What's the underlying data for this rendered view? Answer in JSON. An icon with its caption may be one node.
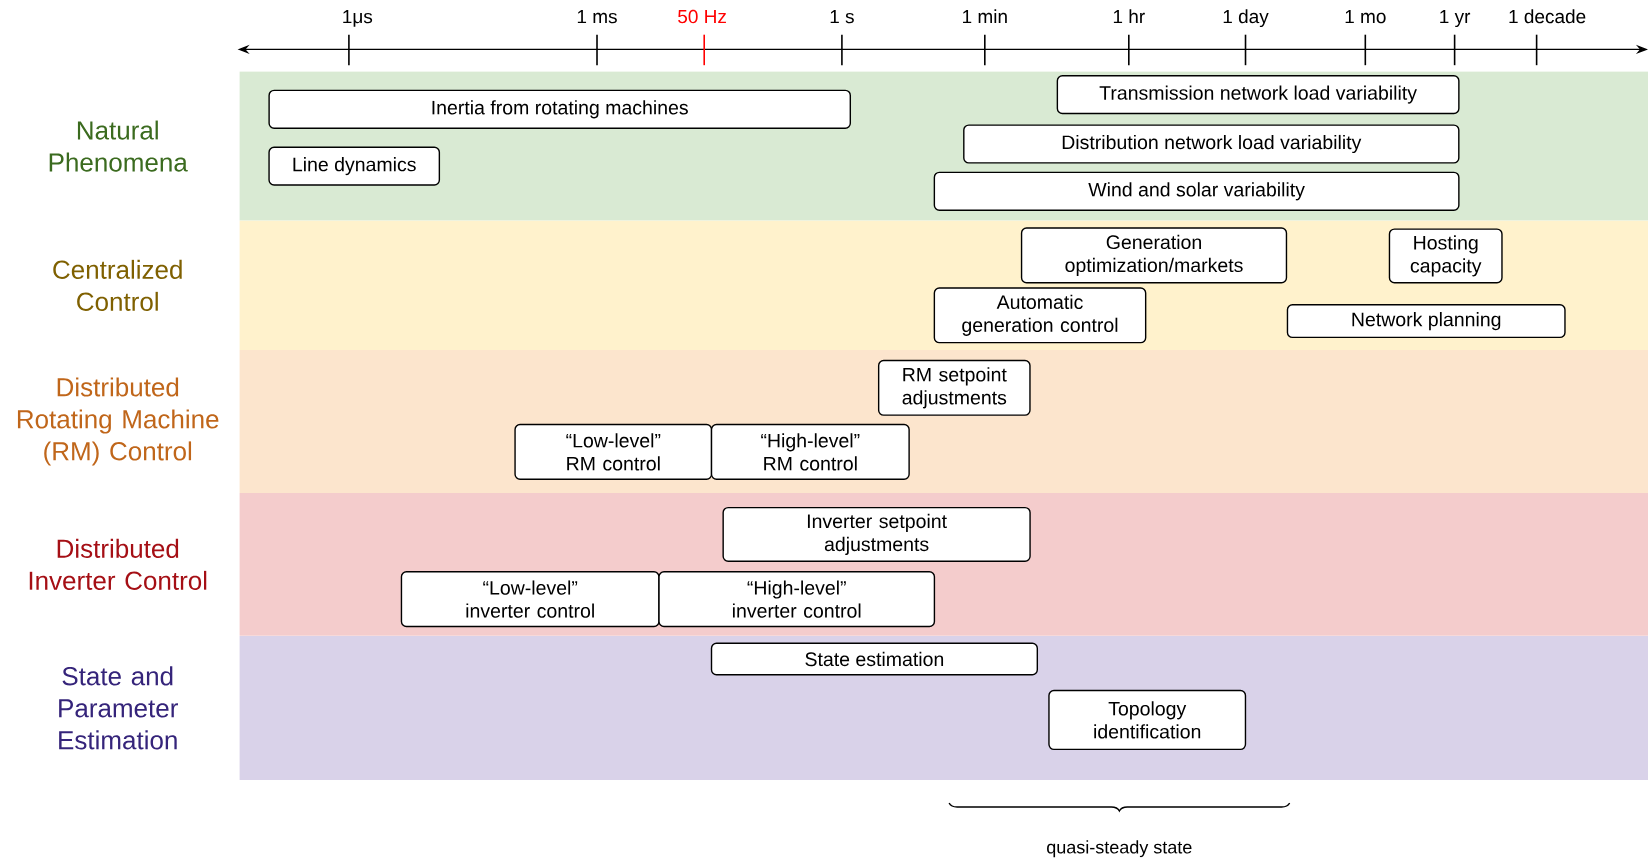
{
  "diagram": {
    "nodes": [
      {
        "text": [
          "Natural Phenomena"
        ]
      },
      {
        "text": [
          "Transmission network load variability"
        ],
        "in": 0
      },
      {
        "text": [
          "Inertia from rotating machines"
        ],
        "in": 0
      },
      {
        "text": [
          "Distribution network load variability"
        ],
        "in": 0
      },
      {
        "text": [
          "Line dynamics"
        ],
        "in": 0
      },
      {
        "text": [
          "Wind and solar variability"
        ],
        "in": 0
      },
      {
        "text": [
          "Centralized Control"
        ]
      },
      {
        "text": [
          "Generation optimization/markets"
        ],
        "in": 6
      },
      {
        "text": [
          "Hosting capacity"
        ],
        "in": 6
      },
      {
        "text": [
          "Automatic generation control"
        ],
        "in": 6
      },
      {
        "text": [
          "Network planning"
        ],
        "in": 6
      },
      {
        "text": [
          "Distributed Rotating Machine (RM) Control"
        ]
      },
      {
        "text": [
          "RM setpoint adjustments"
        ],
        "in": 11
      },
      {
        "text": [
          "“Low-level” RM control"
        ],
        "in": 11
      },
      {
        "text": [
          "“High-level” RM control"
        ],
        "in": 11
      },
      {
        "text": [
          "Distributed Inverter Control"
        ]
      },
      {
        "text": [
          "Inverter setpoint adjustments"
        ],
        "in": 15
      },
      {
        "text": [
          "“Low-level” inverter control"
        ],
        "in": 15
      },
      {
        "text": [
          "“High-level” inverter control"
        ],
        "in": 15
      },
      {
        "text": [
          "State and Parameter Estimation"
        ]
      },
      {
        "text": [
          "State estimation"
        ],
        "in": 19
      },
      {
        "text": [
          "Topology identification"
        ],
        "in": 19
      }
    ],
    "edges": [],
    "labels": [
      "1μs",
      "1 ms",
      "50 Hz",
      "1 s",
      "1 min",
      "1 hr",
      "1 day",
      "1 mo",
      "1 yr",
      "1 decade",
      "quasi-steady state"
    ]
  }
}
